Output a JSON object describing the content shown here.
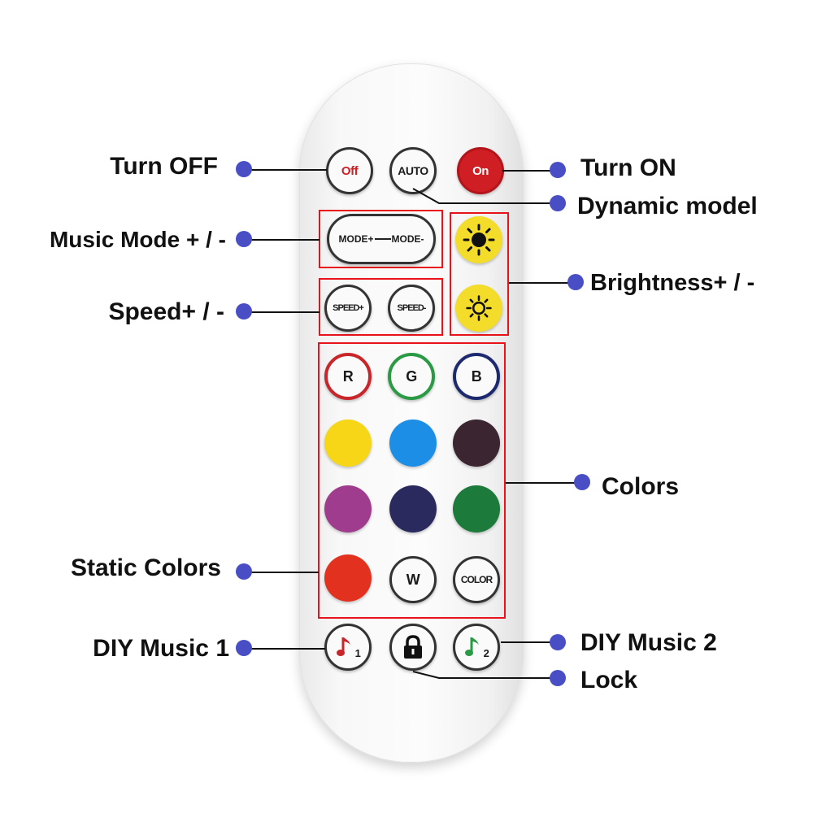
{
  "callouts": {
    "turn_off": "Turn OFF",
    "turn_on": "Turn ON",
    "dynamic_model": "Dynamic model",
    "music_mode": "Music Mode + / -",
    "brightness": "Brightness+ / -",
    "speed": "Speed+ / -",
    "colors": "Colors",
    "static_colors": "Static Colors",
    "diy_music_1": "DIY Music 1",
    "diy_music_2": "DIY Music 2",
    "lock": "Lock"
  },
  "buttons": {
    "off": "Off",
    "auto": "AUTO",
    "on": "On",
    "mode_plus": "MODE+",
    "mode_minus": "MODE-",
    "speed_plus": "SPEED+",
    "speed_minus": "SPEED-",
    "r": "R",
    "g": "G",
    "b": "B",
    "w": "W",
    "color": "COLOR",
    "diy1_num": "1",
    "diy2_num": "2"
  },
  "icons": {
    "brightness_up": "sun-icon",
    "brightness_down": "sun-icon",
    "lock": "padlock-icon",
    "music_note": "music-note-icon"
  },
  "colors": {
    "annotation_box": "#e8121b",
    "callout_dot": "#4a4ec4",
    "on_button": "#d01e25",
    "brightness_button": "#f4dc2a",
    "r_ring": "#c8262b",
    "g_ring": "#2a9a45",
    "b_ring": "#1e2a70",
    "swatches": [
      "#f7d617",
      "#1c8ee6",
      "#3a2530",
      "#a03c8e",
      "#2b2a5e",
      "#1c7a3a",
      "#e2311f"
    ]
  }
}
